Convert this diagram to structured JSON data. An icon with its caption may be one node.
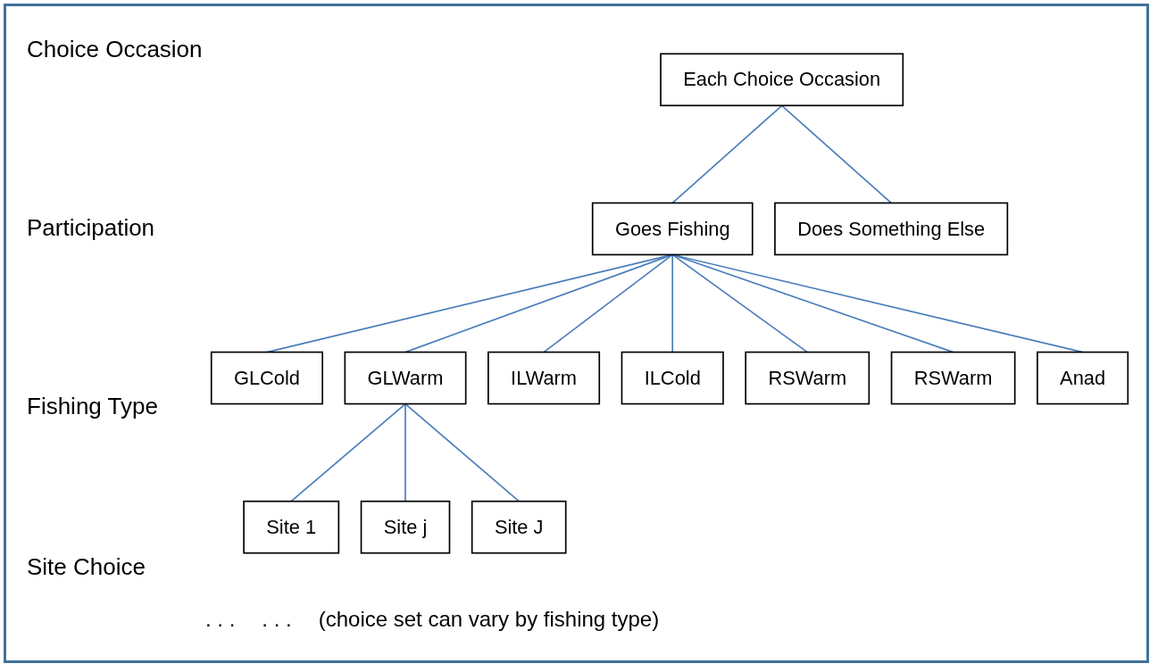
{
  "diagram": {
    "nodes": [
      {
        "text": [
          "Each Choice Occasion"
        ]
      },
      {
        "text": [
          "Goes Fishing"
        ]
      },
      {
        "text": [
          "Does Something Else"
        ]
      },
      {
        "text": [
          "GLCold"
        ]
      },
      {
        "text": [
          "GLWarm"
        ]
      },
      {
        "text": [
          "ILWarm"
        ]
      },
      {
        "text": [
          "ILCold"
        ]
      },
      {
        "text": [
          "RSWarm"
        ]
      },
      {
        "text": [
          "RSWarm"
        ]
      },
      {
        "text": [
          "Anad"
        ]
      },
      {
        "text": [
          "Site 1"
        ]
      },
      {
        "text": [
          "Site j"
        ]
      },
      {
        "text": [
          "Site J"
        ]
      }
    ],
    "edges": [
      {
        "from": 0,
        "to": 1,
        "arrow": "none"
      },
      {
        "from": 0,
        "to": 2,
        "arrow": "none"
      },
      {
        "from": 1,
        "to": 3,
        "arrow": "none"
      },
      {
        "from": 1,
        "to": 4,
        "arrow": "none"
      },
      {
        "from": 1,
        "to": 5,
        "arrow": "none"
      },
      {
        "from": 1,
        "to": 6,
        "arrow": "none"
      },
      {
        "from": 1,
        "to": 7,
        "arrow": "none"
      },
      {
        "from": 1,
        "to": 8,
        "arrow": "none"
      },
      {
        "from": 1,
        "to": 9,
        "arrow": "none"
      },
      {
        "from": 4,
        "to": 10,
        "arrow": "none"
      },
      {
        "from": 4,
        "to": 11,
        "arrow": "none"
      },
      {
        "from": 4,
        "to": 12,
        "arrow": "none"
      }
    ],
    "labels": [
      "Choice Occasion",
      "Participation",
      "Fishing Type",
      "Site Choice",
      ". . .",
      ". . .",
      "(choice set can vary by fishing type)"
    ]
  }
}
